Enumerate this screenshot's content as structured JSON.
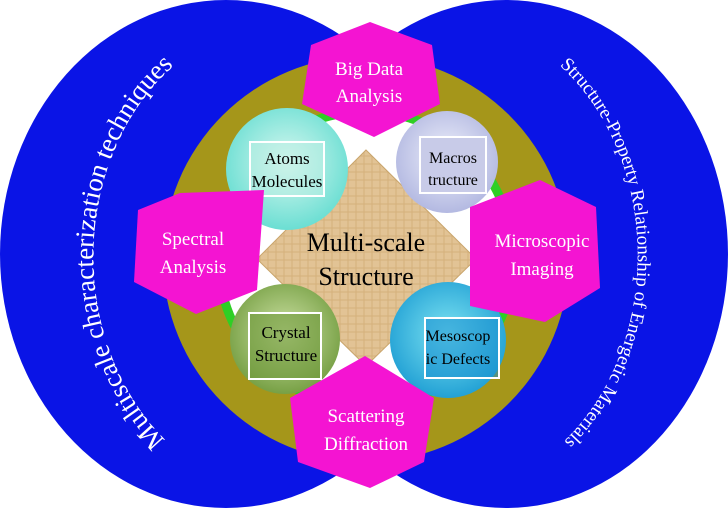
{
  "ring_labels": {
    "left": "Multiscale characterization techniques",
    "right": "Structure-Property Relationship of Energetic Materials"
  },
  "center": {
    "line1": "Multi-scale",
    "line2": "Structure"
  },
  "techniques": {
    "top": [
      "Big Data",
      "Analysis"
    ],
    "left": [
      "Spectral",
      "Analysis"
    ],
    "right": [
      "Microscopic",
      "Imaging"
    ],
    "bottom": [
      "Scattering",
      "Diffraction"
    ]
  },
  "scales": {
    "top_left": [
      "Atoms",
      "Molecules"
    ],
    "top_right": [
      "Macros",
      "tructure"
    ],
    "bottom_left": [
      "Crystal",
      "Structure"
    ],
    "bottom_right": [
      "Mesoscop",
      "ic Defects"
    ]
  },
  "colors": {
    "outer_blue": "#0a14e6",
    "olive_ring": "#a5961a",
    "green_ring": "#2fcf25",
    "pentagon_magenta": "#f414d2",
    "center_tan": "#e2c395"
  }
}
